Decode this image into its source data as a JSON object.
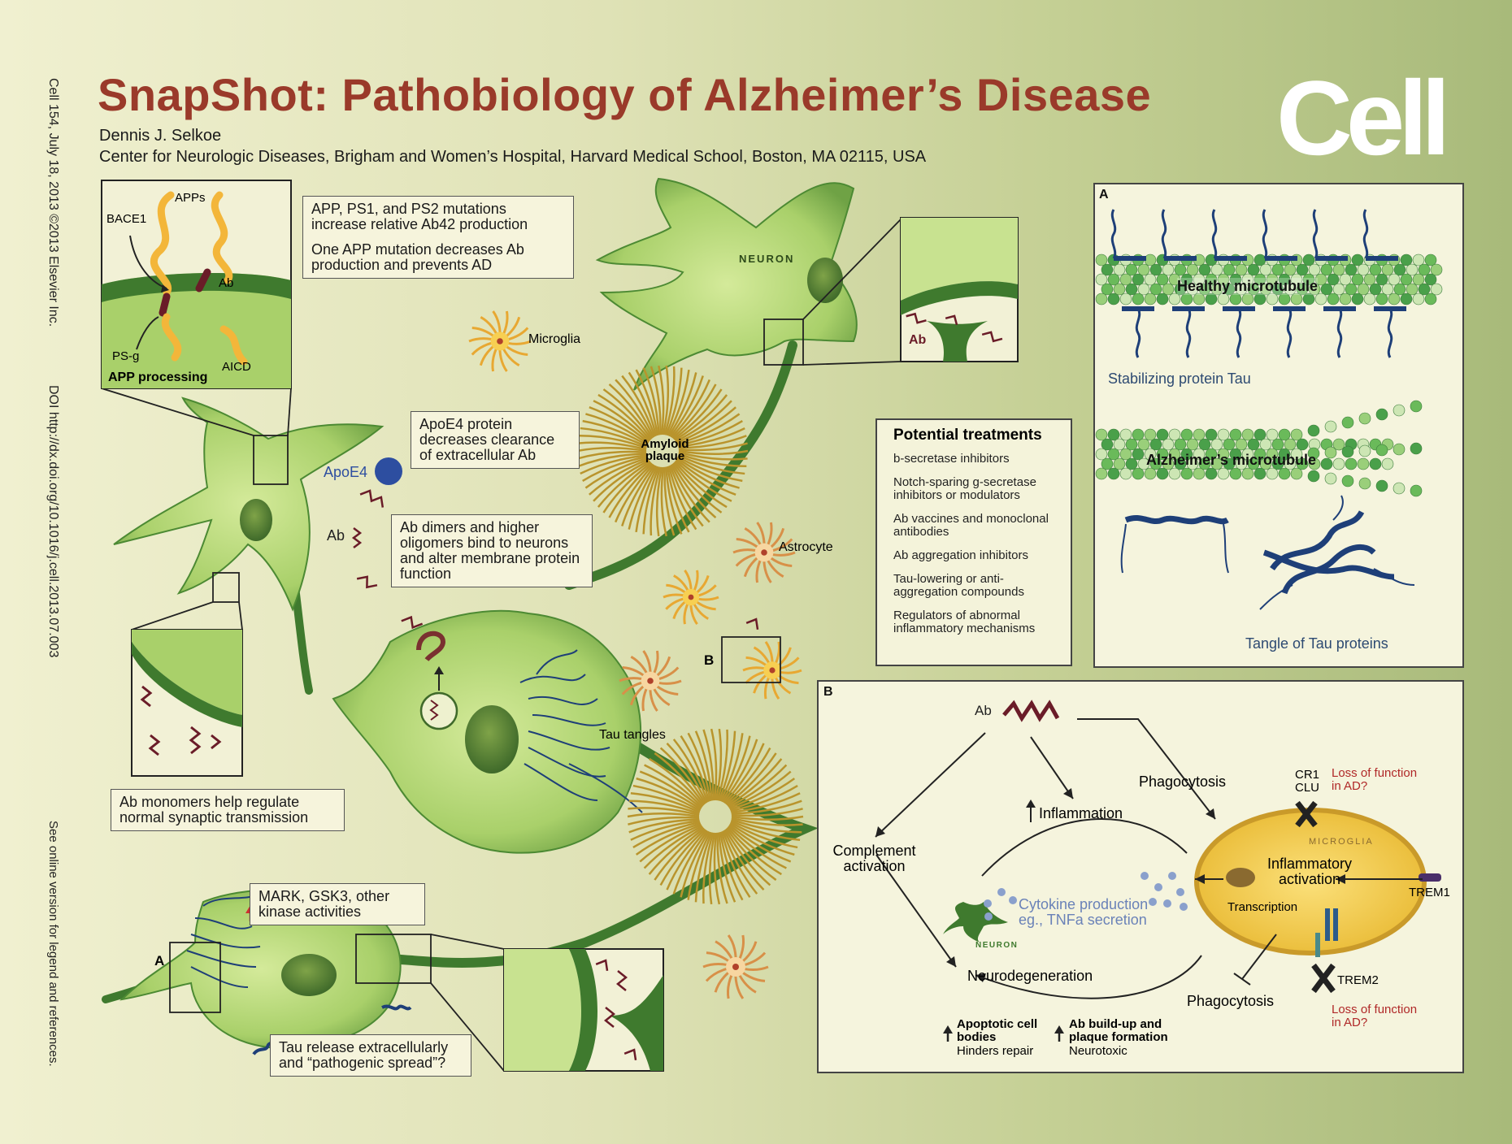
{
  "header": {
    "title": "SnapShot: Pathobiology of Alzheimer’s Disease",
    "author": "Dennis J. Selkoe",
    "affiliation": "Center for Neurologic Diseases, Brigham and Women’s Hospital, Harvard Medical School, Boston, MA 02115, USA",
    "logo": "Cell"
  },
  "side": {
    "citation": "Cell 154, July 18, 2013 ©2013 Elsevier Inc.",
    "doi": "DOI http://dx.doi.org/10.1016/j.cell.2013.07.003",
    "online_note": "See online version for legend and references."
  },
  "app_box": {
    "apps": "APPs",
    "bace1": "BACE1",
    "ab": "Ab",
    "psg": "PS-g",
    "aicd": "AICD",
    "title": "APP processing"
  },
  "notes": {
    "mutations_1": "APP, PS1, and PS2 mutations increase relative Ab42 production",
    "mutations_2": "One APP mutation decreases Ab production and prevents AD",
    "apoe4": "ApoE4 protein decreases clearance of extracellular Ab",
    "dimers": "Ab dimers and higher oligomers bind to neurons and alter membrane protein function",
    "monomers": "Ab monomers help regulate normal synaptic transmission",
    "kinase": "MARK, GSK3, other kinase activities",
    "tau_release": "Tau release extracellularly and “pathogenic spread”?"
  },
  "labels": {
    "neuron": "NEURON",
    "microglia": "Microglia",
    "amyloid_plaque": "Amyloid plaque",
    "astrocyte": "Astrocyte",
    "tau_tangles": "Tau tangles",
    "apoe4": "ApoE4",
    "ab": "Ab",
    "b_marker": "B",
    "a_marker": "A"
  },
  "treatments": {
    "title": "Potential treatments",
    "items": [
      "b-secretase inhibitors",
      "Notch-sparing g-secretase inhibitors or modulators",
      "Ab vaccines and monoclonal antibodies",
      "Ab aggregation inhibitors",
      "Tau-lowering or anti-aggregation compounds",
      "Regulators of abnormal inflammatory mechanisms"
    ]
  },
  "panel_a": {
    "label": "A",
    "healthy": "Healthy microtubule",
    "stabilizing": "Stabilizing protein Tau",
    "alzheimers": "Alzheimer’s microtubule",
    "tangle": "Tangle of Tau proteins"
  },
  "panel_b": {
    "label": "B",
    "ab": "Ab",
    "phagocytosis_top": "Phagocytosis",
    "cr1": "CR1",
    "clu": "CLU",
    "loss_top": "Loss of function in AD?",
    "inflammation": "Inflammation",
    "complement": "Complement activation",
    "microglia": "MICROGLIA",
    "inflammatory_activation": "Inflammatory activation",
    "transcription": "Transcription",
    "trem1": "TREM1",
    "trem2": "TREM2",
    "cytokine": "Cytokine production eg., TNFa secretion",
    "neuron": "NEURON",
    "neurodegeneration": "Neurodegeneration",
    "phagocytosis_bottom": "Phagocytosis",
    "loss_bottom": "Loss of function in AD?",
    "apoptotic": "Apoptotic cell bodies",
    "hinders": "Hinders repair",
    "buildup": "Ab build-up and plaque formation",
    "neurotoxic": "Neurotoxic"
  },
  "colors": {
    "title": "#9a3a2a",
    "cell_green": "#a4cf6a",
    "cell_dark": "#3f7a2e",
    "tau_blue": "#1e3f78",
    "ab_maroon": "#6a1c28",
    "app_orange": "#f3b63a",
    "microglia_yellow": "#f6d560"
  }
}
